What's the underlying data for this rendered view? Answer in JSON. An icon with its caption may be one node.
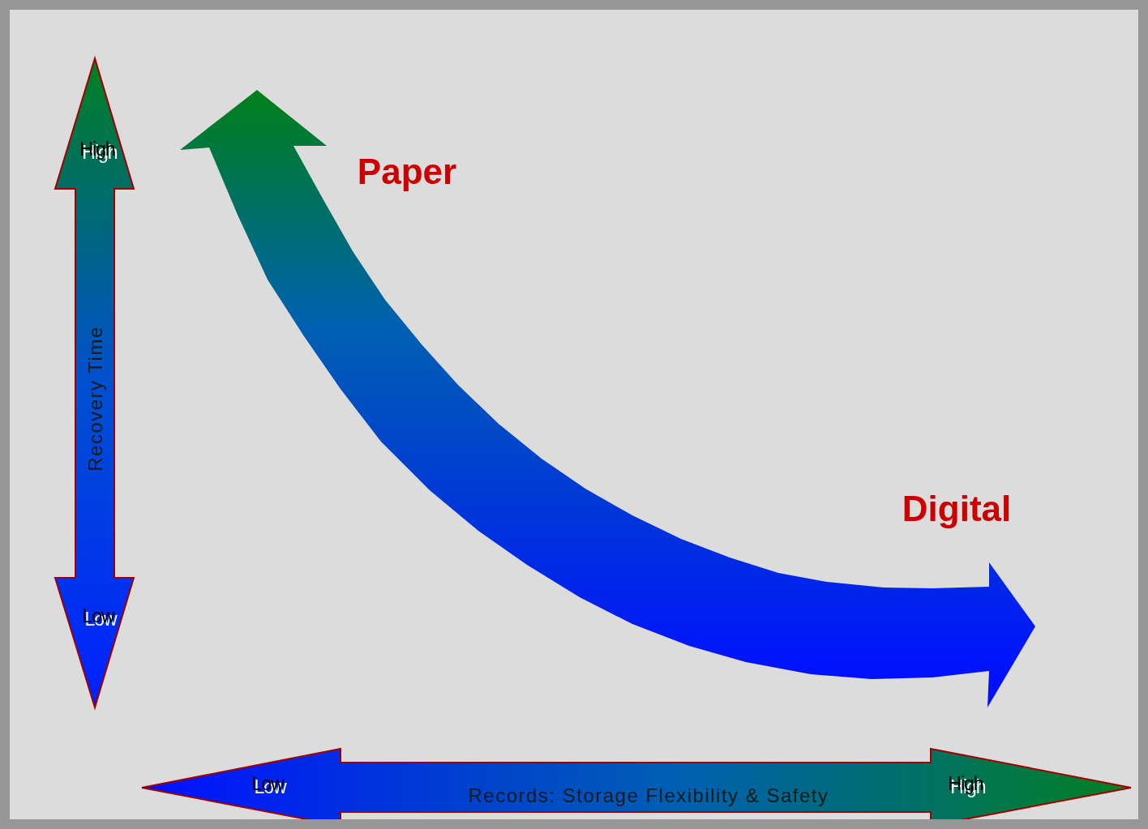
{
  "diagram": {
    "labels": [
      "High",
      "Paper",
      "Recovery Time",
      "Digital",
      "Low",
      "Low",
      "Records: Storage Flexibility & Safety",
      "High"
    ]
  }
}
